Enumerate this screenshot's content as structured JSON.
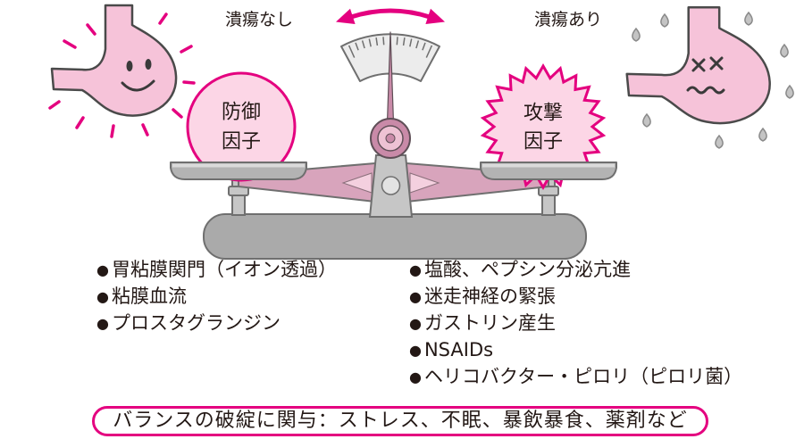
{
  "labels": {
    "no_ulcer": "潰瘍なし",
    "ulcer": "潰瘍あり"
  },
  "defense": {
    "line1": "防御",
    "line2": "因子"
  },
  "attack": {
    "line1": "攻撃",
    "line2": "因子"
  },
  "bullet": "●",
  "defense_factors": [
    "胃粘膜関門（イオン透過）",
    "粘膜血流",
    "プロスタグランジン"
  ],
  "attack_factors": [
    "塩酸、ペプシン分泌亢進",
    "迷走神経の緊張",
    "ガストリン産生",
    "NSAIDs",
    "ヘリコバクター・ピロリ（ピロリ菌）"
  ],
  "note": "バランスの破綻に関与：ストレス、不眠、暴飲暴食、薬剤など",
  "icons": {
    "left_character": "happy-stomach-icon",
    "right_character": "sad-stomach-icon",
    "center": "balance-scale-icon",
    "top_arrow": "double-arrow-icon"
  },
  "colors": {
    "accent": "#e4007f",
    "stomach_fill": "#f6c3d9",
    "factor_fill": "#fcd6e6",
    "scale_gray": "#aaaaaa",
    "beam_fill": "#d8a4bc",
    "drop_gray": "#c4c4c4"
  }
}
